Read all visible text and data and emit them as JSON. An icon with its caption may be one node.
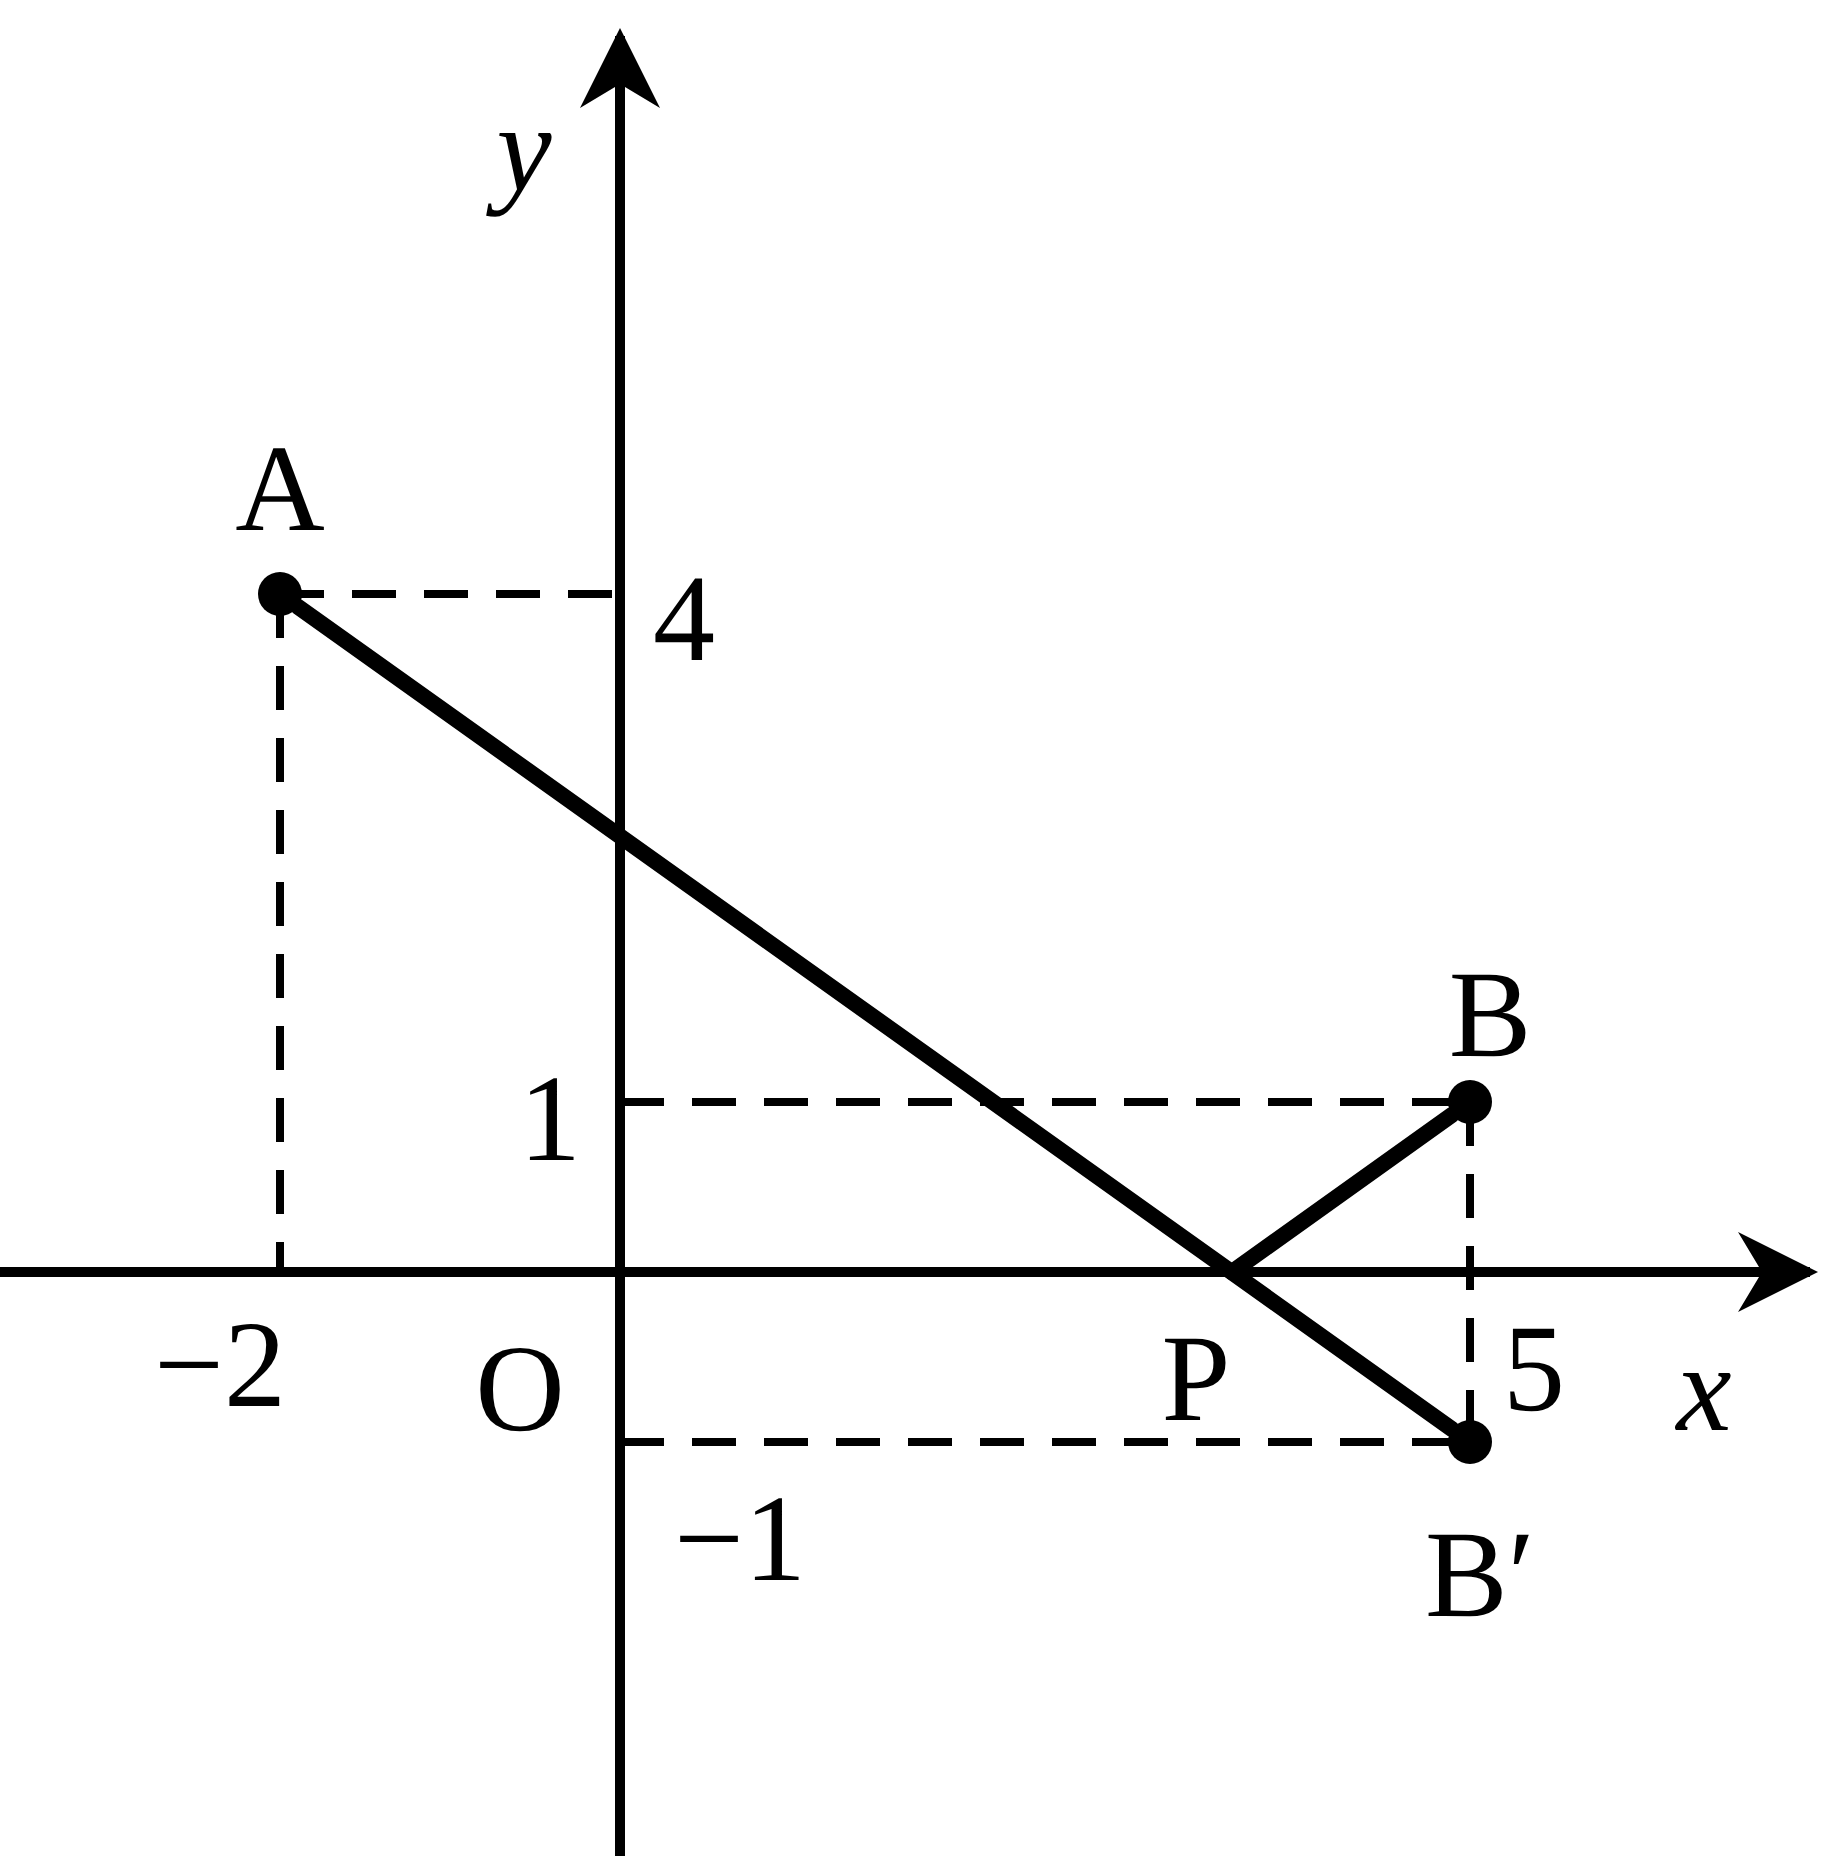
{
  "diagram": {
    "nodes": [
      {
        "text": [
          "A"
        ]
      },
      {
        "text": [
          "B"
        ]
      },
      {
        "text": [
          "B′"
        ]
      },
      {
        "text": [
          "P"
        ]
      }
    ],
    "edges": [
      {
        "from": 0,
        "to": 2,
        "arrow": "none"
      },
      {
        "from": 3,
        "to": 1,
        "arrow": "none"
      }
    ],
    "labels": [
      "y",
      "4",
      "1",
      "−2",
      "O",
      "5",
      "x",
      "−1"
    ]
  }
}
